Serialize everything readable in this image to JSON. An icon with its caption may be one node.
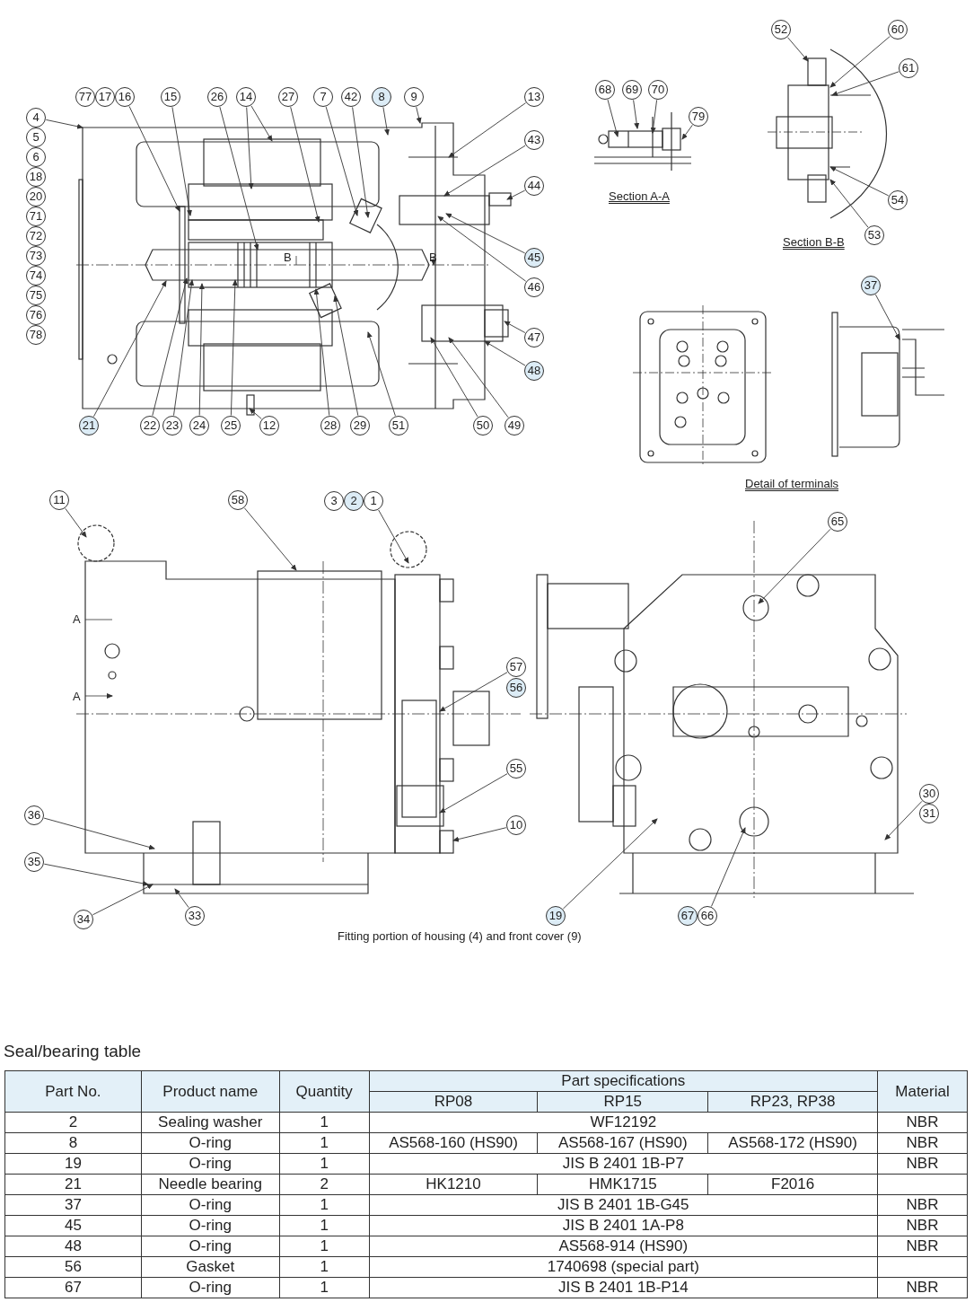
{
  "diagram": {
    "nodes": [
      {
        "text": [
          "77"
        ]
      },
      {
        "text": [
          "17"
        ]
      },
      {
        "text": [
          "16"
        ]
      },
      {
        "text": [
          "15"
        ]
      },
      {
        "text": [
          "26"
        ]
      },
      {
        "text": [
          "14"
        ]
      },
      {
        "text": [
          "27"
        ]
      },
      {
        "text": [
          "7"
        ]
      },
      {
        "text": [
          "42"
        ]
      },
      {
        "text": [
          "8"
        ]
      },
      {
        "text": [
          "9"
        ]
      },
      {
        "text": [
          "13"
        ]
      },
      {
        "text": [
          "4"
        ]
      },
      {
        "text": [
          "5"
        ]
      },
      {
        "text": [
          "6"
        ]
      },
      {
        "text": [
          "18"
        ]
      },
      {
        "text": [
          "20"
        ]
      },
      {
        "text": [
          "71"
        ]
      },
      {
        "text": [
          "72"
        ]
      },
      {
        "text": [
          "73"
        ]
      },
      {
        "text": [
          "74"
        ]
      },
      {
        "text": [
          "75"
        ]
      },
      {
        "text": [
          "76"
        ]
      },
      {
        "text": [
          "78"
        ]
      },
      {
        "text": [
          "43"
        ]
      },
      {
        "text": [
          "44"
        ]
      },
      {
        "text": [
          "45"
        ]
      },
      {
        "text": [
          "46"
        ]
      },
      {
        "text": [
          "47"
        ]
      },
      {
        "text": [
          "48"
        ]
      },
      {
        "text": [
          "21"
        ]
      },
      {
        "text": [
          "22"
        ]
      },
      {
        "text": [
          "23"
        ]
      },
      {
        "text": [
          "24"
        ]
      },
      {
        "text": [
          "25"
        ]
      },
      {
        "text": [
          "12"
        ]
      },
      {
        "text": [
          "28"
        ]
      },
      {
        "text": [
          "29"
        ]
      },
      {
        "text": [
          "51"
        ]
      },
      {
        "text": [
          "50"
        ]
      },
      {
        "text": [
          "49"
        ]
      },
      {
        "text": [
          "52"
        ]
      },
      {
        "text": [
          "60"
        ]
      },
      {
        "text": [
          "61"
        ]
      },
      {
        "text": [
          "68"
        ]
      },
      {
        "text": [
          "69"
        ]
      },
      {
        "text": [
          "70"
        ]
      },
      {
        "text": [
          "79"
        ]
      },
      {
        "text": [
          "54"
        ]
      },
      {
        "text": [
          "53"
        ]
      },
      {
        "text": [
          "37"
        ]
      },
      {
        "text": [
          "11"
        ]
      },
      {
        "text": [
          "58"
        ]
      },
      {
        "text": [
          "3"
        ]
      },
      {
        "text": [
          "2"
        ]
      },
      {
        "text": [
          "1"
        ]
      },
      {
        "text": [
          "65"
        ]
      },
      {
        "text": [
          "57"
        ]
      },
      {
        "text": [
          "56"
        ]
      },
      {
        "text": [
          "55"
        ]
      },
      {
        "text": [
          "10"
        ]
      },
      {
        "text": [
          "36"
        ]
      },
      {
        "text": [
          "35"
        ]
      },
      {
        "text": [
          "30"
        ]
      },
      {
        "text": [
          "31"
        ]
      },
      {
        "text": [
          "34"
        ]
      },
      {
        "text": [
          "33"
        ]
      },
      {
        "text": [
          "19"
        ]
      },
      {
        "text": [
          "67"
        ]
      },
      {
        "text": [
          "66"
        ]
      },
      {
        "text": [],
        "shape": "picture"
      },
      {
        "text": [],
        "shape": "picture"
      },
      {
        "text": [],
        "shape": "picture"
      },
      {
        "text": [],
        "shape": "picture"
      },
      {
        "text": [],
        "shape": "picture"
      },
      {
        "text": [],
        "shape": "picture"
      }
    ],
    "edges": [
      {
        "from": 2,
        "to": 70,
        "arrow": "to"
      },
      {
        "from": 3,
        "to": 70,
        "arrow": "to"
      },
      {
        "from": 4,
        "to": 70,
        "arrow": "to"
      },
      {
        "from": 5,
        "to": 70,
        "arrow": "to"
      },
      {
        "from": 5,
        "to": 70,
        "arrow": "to"
      },
      {
        "from": 6,
        "to": 70,
        "arrow": "to"
      },
      {
        "from": 7,
        "to": 70,
        "arrow": "to"
      },
      {
        "from": 8,
        "to": 70,
        "arrow": "to"
      },
      {
        "from": 9,
        "to": 70,
        "arrow": "to"
      },
      {
        "from": 10,
        "to": 70,
        "arrow": "to"
      },
      {
        "from": 11,
        "to": 70,
        "arrow": "to"
      },
      {
        "from": 12,
        "to": 70,
        "arrow": "to"
      },
      {
        "from": 24,
        "to": 70,
        "arrow": "to"
      },
      {
        "from": 25,
        "to": 70,
        "arrow": "to"
      },
      {
        "from": 26,
        "to": 70,
        "arrow": "to"
      },
      {
        "from": 27,
        "to": 70,
        "arrow": "to"
      },
      {
        "from": 28,
        "to": 70,
        "arrow": "to"
      },
      {
        "from": 29,
        "to": 70,
        "arrow": "to"
      },
      {
        "from": 30,
        "to": 70,
        "arrow": "to"
      },
      {
        "from": 31,
        "to": 70,
        "arrow": "to"
      },
      {
        "from": 32,
        "to": 70,
        "arrow": "to"
      },
      {
        "from": 33,
        "to": 70,
        "arrow": "to"
      },
      {
        "from": 34,
        "to": 70,
        "arrow": "to"
      },
      {
        "from": 35,
        "to": 70,
        "arrow": "to"
      },
      {
        "from": 36,
        "to": 70,
        "arrow": "to"
      },
      {
        "from": 37,
        "to": 70,
        "arrow": "to"
      },
      {
        "from": 38,
        "to": 70,
        "arrow": "to"
      },
      {
        "from": 39,
        "to": 70,
        "arrow": "to"
      },
      {
        "from": 40,
        "to": 70,
        "arrow": "to"
      },
      {
        "from": 41,
        "to": 72,
        "arrow": "to"
      },
      {
        "from": 42,
        "to": 72,
        "arrow": "to"
      },
      {
        "from": 43,
        "to": 72,
        "arrow": "to"
      },
      {
        "from": 44,
        "to": 71,
        "arrow": "to"
      },
      {
        "from": 45,
        "to": 71,
        "arrow": "to"
      },
      {
        "from": 46,
        "to": 71,
        "arrow": "to"
      },
      {
        "from": 47,
        "to": 71,
        "arrow": "to"
      },
      {
        "from": 48,
        "to": 72,
        "arrow": "to"
      },
      {
        "from": 49,
        "to": 72,
        "arrow": "to"
      },
      {
        "from": 50,
        "to": 73,
        "arrow": "to"
      },
      {
        "from": 51,
        "to": 74,
        "arrow": "to"
      },
      {
        "from": 52,
        "to": 74,
        "arrow": "to"
      },
      {
        "from": 55,
        "to": 74,
        "arrow": "to"
      },
      {
        "from": 56,
        "to": 75,
        "arrow": "to"
      },
      {
        "from": 57,
        "to": 74,
        "arrow": "to"
      },
      {
        "from": 59,
        "to": 74,
        "arrow": "to"
      },
      {
        "from": 60,
        "to": 74,
        "arrow": "to"
      },
      {
        "from": 61,
        "to": 74,
        "arrow": "to"
      },
      {
        "from": 62,
        "to": 74,
        "arrow": "to"
      },
      {
        "from": 63,
        "to": 75,
        "arrow": "to"
      },
      {
        "from": 65,
        "to": 74,
        "arrow": "to"
      },
      {
        "from": 66,
        "to": 74,
        "arrow": "to"
      },
      {
        "from": 67,
        "to": 75,
        "arrow": "to"
      },
      {
        "from": 69,
        "to": 75,
        "arrow": "to"
      }
    ],
    "labels": [
      "Section A-A",
      "Section B-B",
      "B",
      "B",
      "Detail of terminals",
      "A",
      "A",
      "Fitting portion of housing (4) and front cover (9)",
      "Seal/bearing table",
      "Part No.",
      "Product name",
      "Quantity",
      "Part specifications",
      "Material",
      "RP08",
      "RP15",
      "RP23, RP38",
      "2",
      "Sealing washer",
      "1",
      "WF12192",
      "NBR",
      "8",
      "O-ring",
      "1",
      "AS568-160 (HS90)",
      "AS568-167 (HS90)",
      "AS568-172 (HS90)",
      "NBR",
      "19",
      "O-ring",
      "1",
      "JIS B 2401 1B-P7",
      "NBR",
      "21",
      "Needle bearing",
      "2",
      "HK1210",
      "HMK1715",
      "F2016",
      "37",
      "O-ring",
      "1",
      "JIS B 2401 1B-G45",
      "NBR",
      "45",
      "O-ring",
      "1",
      "JIS B 2401 1A-P8",
      "NBR",
      "48",
      "O-ring",
      "1",
      "AS568-914 (HS90)",
      "NBR",
      "56",
      "Gasket",
      "1",
      "1740698 (special part)",
      "67",
      "O-ring",
      "1",
      "JIS B 2401 1B-P14",
      "NBR"
    ]
  }
}
